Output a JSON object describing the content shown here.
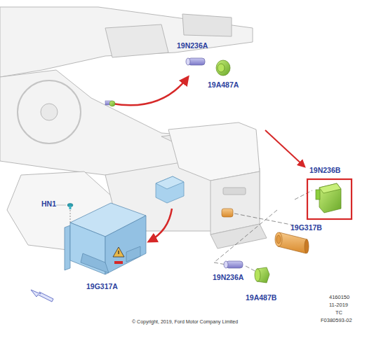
{
  "diagram": {
    "labels": [
      "19N236A",
      "19A487A",
      "19N236B",
      "HN1",
      "19G317B",
      "19G317A",
      "19N236A",
      "19A487B",
      "4160150",
      "11-2019",
      "TC",
      "F0380593-02",
      "© Copyright, 2019, Ford Motor Company Limited"
    ]
  }
}
